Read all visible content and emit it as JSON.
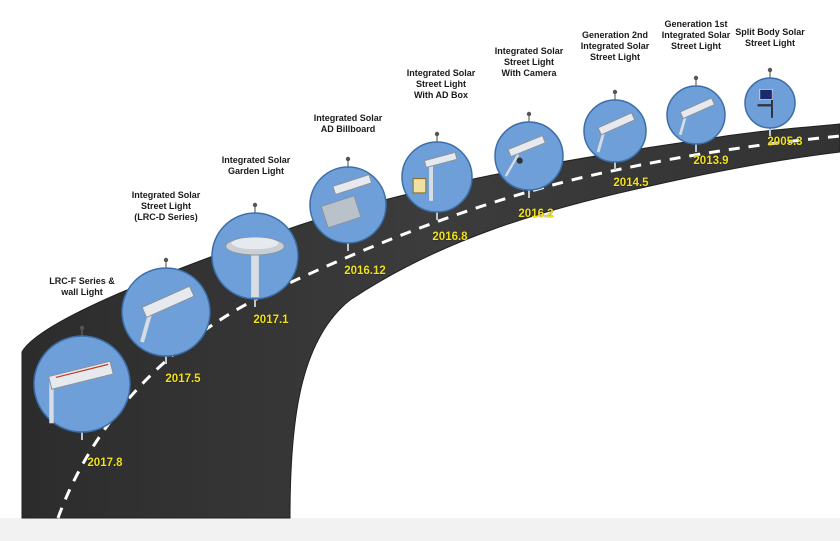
{
  "milestones": [
    {
      "date": "2017.8",
      "title_lines": [
        "LRC-F Series &",
        "wall Light"
      ],
      "icon": "wall-light-icon"
    },
    {
      "date": "2017.5",
      "title_lines": [
        "Integrated Solar",
        "Street Light",
        "(LRC-D Series)"
      ],
      "icon": "street-light-icon"
    },
    {
      "date": "2017.1",
      "title_lines": [
        "Integrated Solar",
        "Garden Light"
      ],
      "icon": "garden-light-icon"
    },
    {
      "date": "2016.12",
      "title_lines": [
        "Integrated Solar",
        "AD Billboard"
      ],
      "icon": "billboard-light-icon"
    },
    {
      "date": "2016.8",
      "title_lines": [
        "Integrated Solar",
        "Street Light",
        "With AD Box"
      ],
      "icon": "ad-box-light-icon"
    },
    {
      "date": "2016.2",
      "title_lines": [
        "Integrated Solar",
        "Street Light",
        "With Camera"
      ],
      "icon": "camera-light-icon"
    },
    {
      "date": "2014.5",
      "title_lines": [
        "Generation 2nd",
        "Integrated Solar",
        "Street Light"
      ],
      "icon": "street-light-icon"
    },
    {
      "date": "2013.9",
      "title_lines": [
        "Generation 1st",
        "Integrated Solar",
        "Street Light"
      ],
      "icon": "street-light-icon"
    },
    {
      "date": "2005.3",
      "title_lines": [
        "Split Body Solar",
        "Street Light"
      ],
      "icon": "solar-panel-light-icon"
    }
  ],
  "colors": {
    "road": "#3a3a3a",
    "road_edge": "#1f1f1f",
    "lane_dash": "#ffffff",
    "circle_fill": "#6f9fd8",
    "circle_stroke": "#3b6ea8",
    "date_text": "#f2e21a"
  }
}
